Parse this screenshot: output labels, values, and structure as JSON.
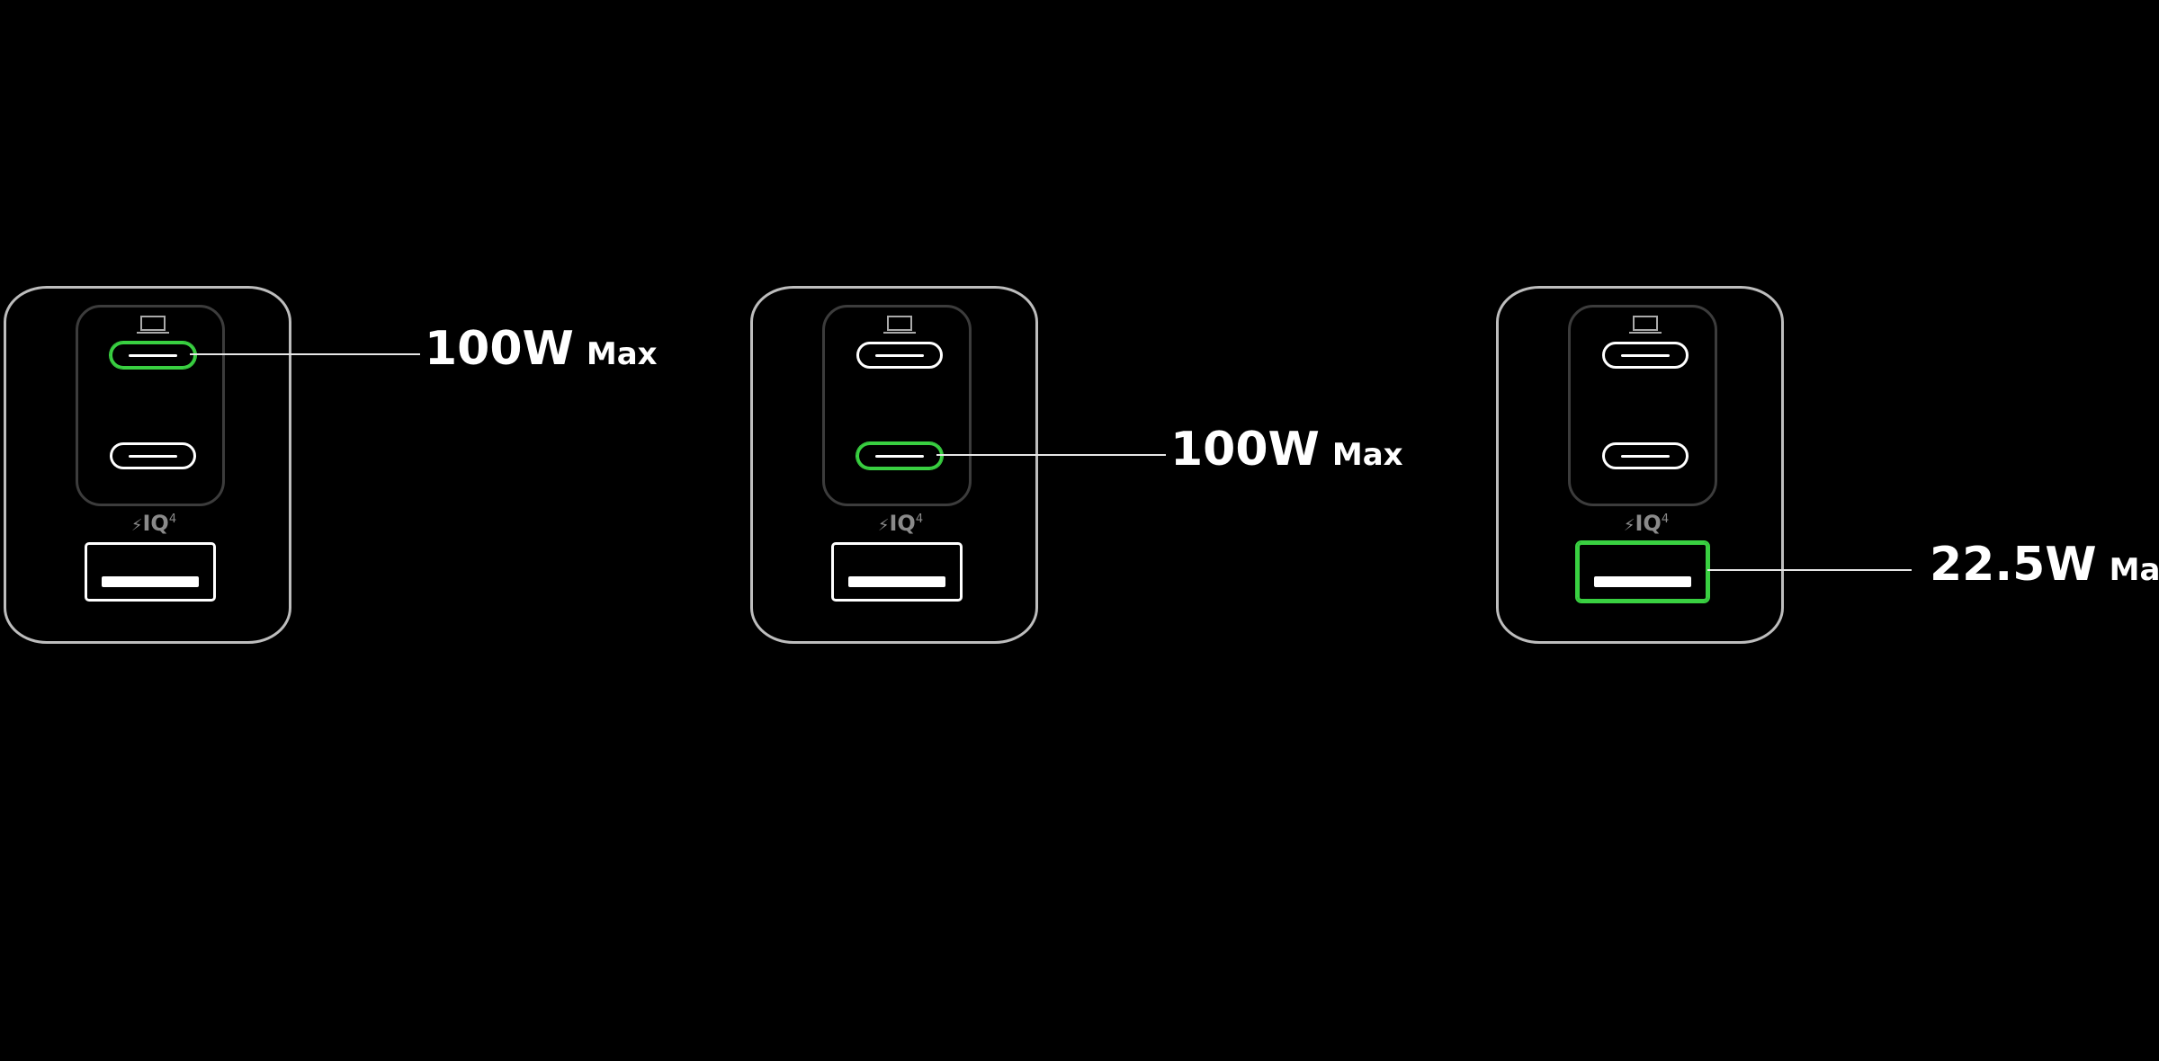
{
  "chargers": [
    {
      "active_port": "usb-c-1",
      "badge": {
        "text": "IQ",
        "superscript": "4"
      },
      "label": {
        "value": "100W",
        "unit": "Max"
      }
    },
    {
      "active_port": "usb-c-2",
      "badge": {
        "text": "IQ",
        "superscript": "4"
      },
      "label": {
        "value": "100W",
        "unit": "Max"
      }
    },
    {
      "active_port": "usb-a",
      "badge": {
        "text": "IQ",
        "superscript": "4"
      },
      "label": {
        "value": "22.5W",
        "unit": "Max"
      }
    }
  ],
  "colors": {
    "background": "#000000",
    "highlight": "#39d041",
    "outline": "#bdbdbd",
    "text": "#ffffff"
  }
}
